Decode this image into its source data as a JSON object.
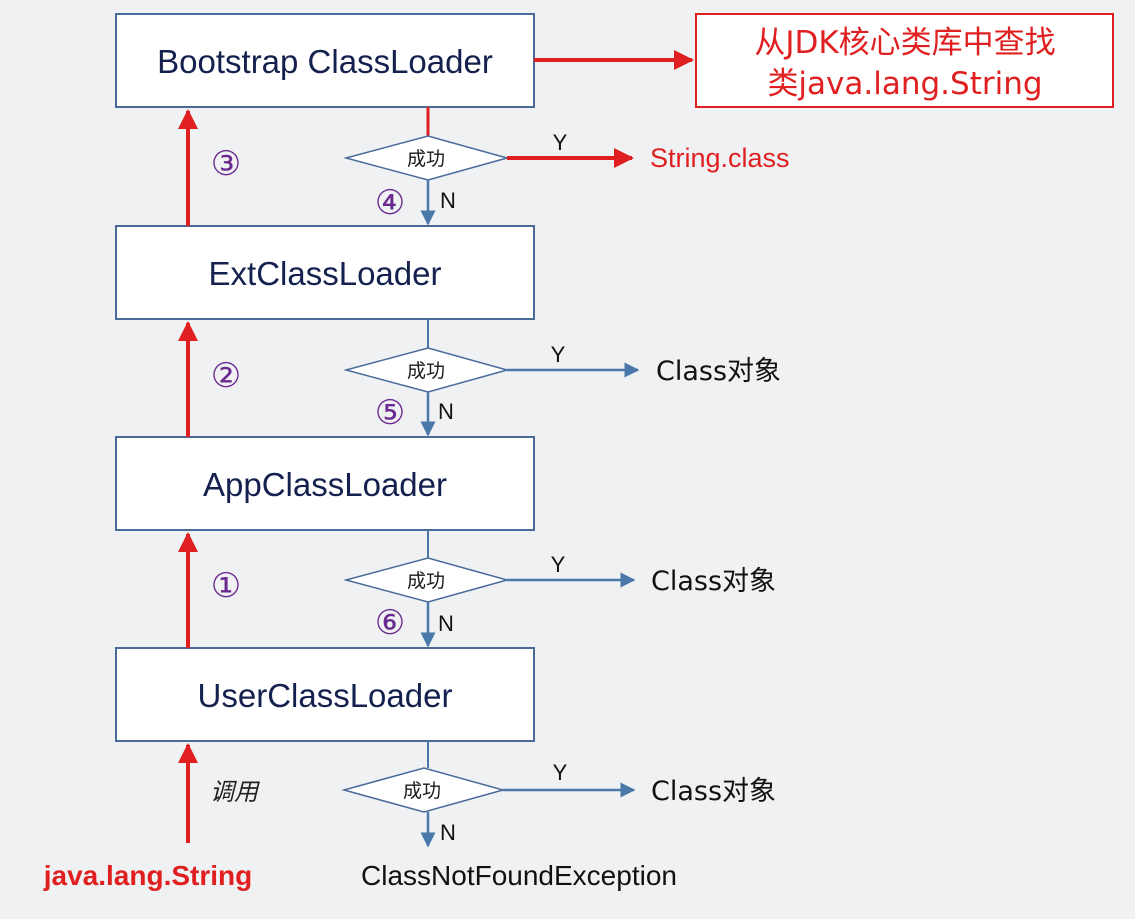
{
  "loaders": [
    {
      "id": "bootstrap",
      "label": "Bootstrap ClassLoader"
    },
    {
      "id": "ext",
      "label": "ExtClassLoader"
    },
    {
      "id": "app",
      "label": "AppClassLoader"
    },
    {
      "id": "user",
      "label": "UserClassLoader"
    }
  ],
  "bootstrap_note": {
    "line1": "从JDK核心类库中查找",
    "line2": "类java.lang.String"
  },
  "decisions": [
    {
      "label": "成功",
      "yes": "Y",
      "no": "N",
      "yes_result": "String.class",
      "step": "④"
    },
    {
      "label": "成功",
      "yes": "Y",
      "no": "N",
      "yes_result": "Class对象",
      "step": "⑤"
    },
    {
      "label": "成功",
      "yes": "Y",
      "no": "N",
      "yes_result": "Class对象",
      "step": "⑥"
    },
    {
      "label": "成功",
      "yes": "Y",
      "no": "N",
      "yes_result": "Class对象"
    }
  ],
  "delegation_steps": [
    "③",
    "②",
    "①"
  ],
  "call_label": "调用",
  "start_class": "java.lang.String",
  "final_result": "ClassNotFoundException",
  "colors": {
    "red": "#e02020",
    "blue": "#4a78a8",
    "box_border": "#4a6a9a",
    "step": "#6a2a8f"
  }
}
